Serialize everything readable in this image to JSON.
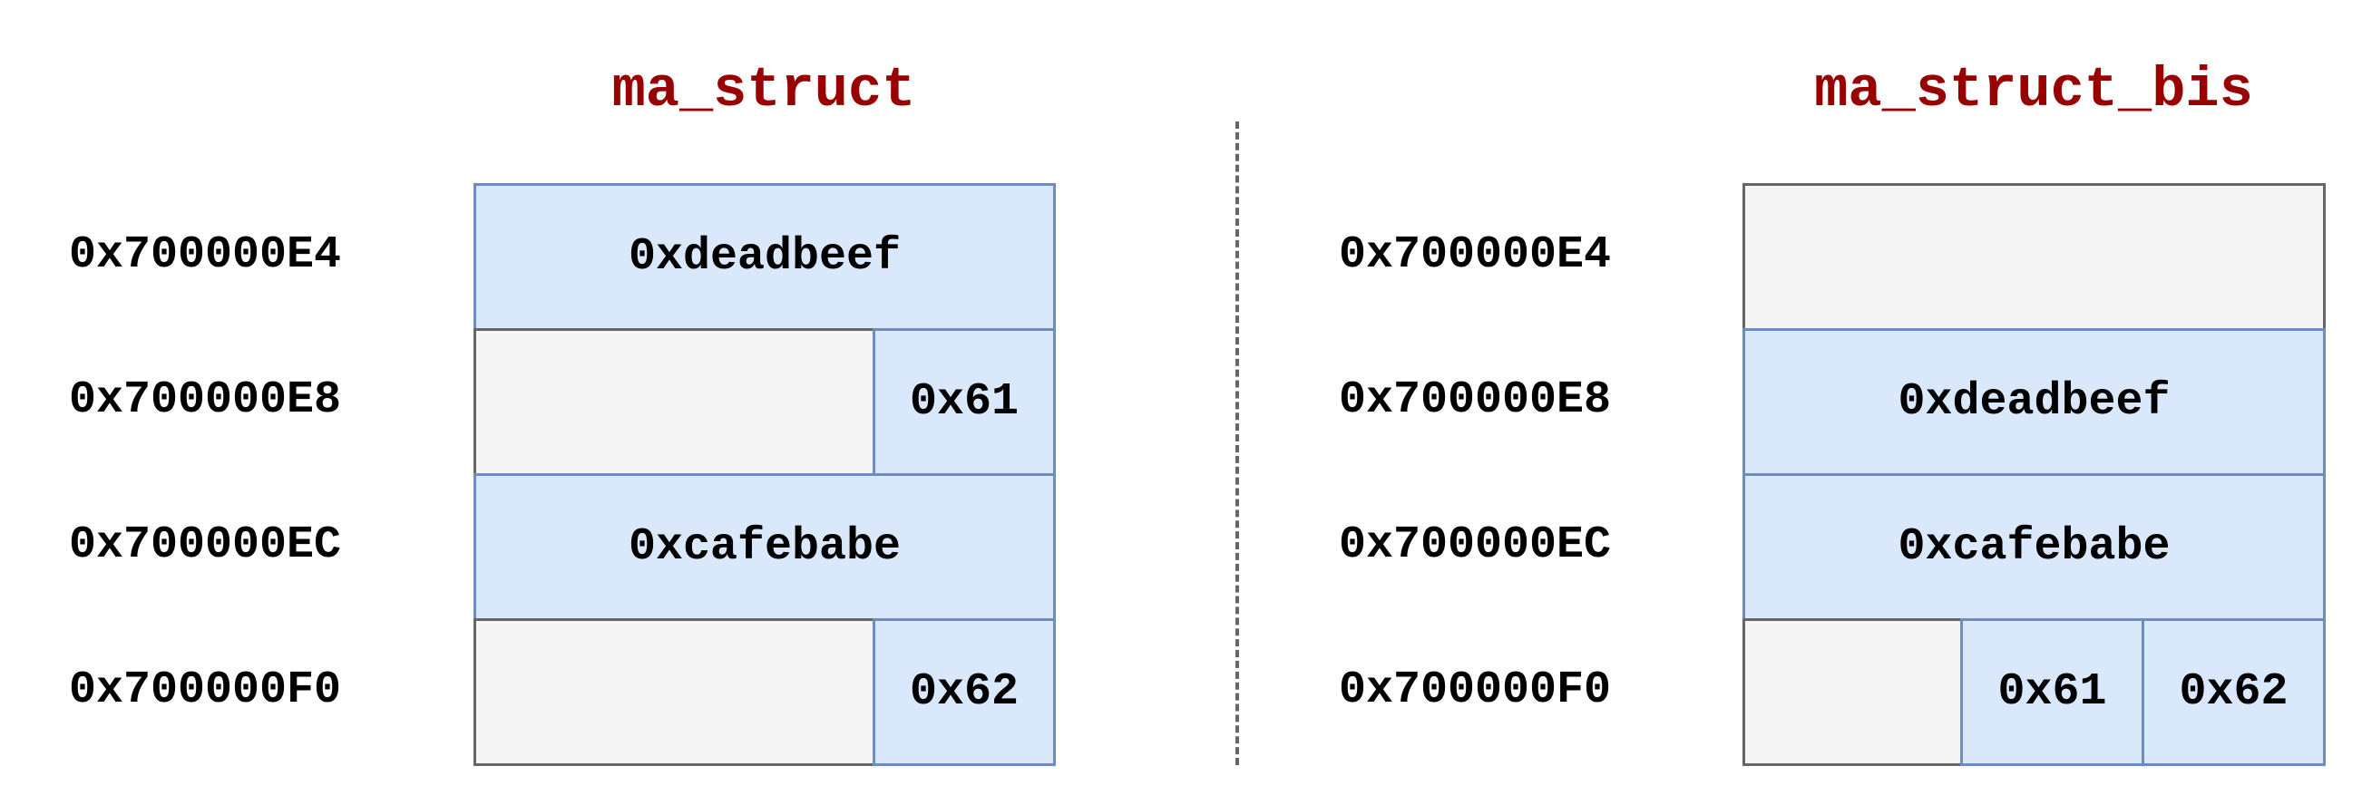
{
  "left": {
    "title": "ma_struct",
    "addresses": [
      "0x700000E4",
      "0x700000E8",
      "0x700000EC",
      "0x700000F0"
    ],
    "cells": {
      "r0_value": "0xdeadbeef",
      "r1_value": "0x61",
      "r2_value": "0xcafebabe",
      "r3_value": "0x62"
    }
  },
  "right": {
    "title": "ma_struct_bis",
    "addresses": [
      "0x700000E4",
      "0x700000E8",
      "0x700000EC",
      "0x700000F0"
    ],
    "cells": {
      "r1_value": "0xdeadbeef",
      "r2_value": "0xcafebabe",
      "r3_value_a": "0x61",
      "r3_value_b": "0x62"
    }
  },
  "colors": {
    "title": "#990000",
    "value_fill": "#dae8fc",
    "value_border": "#6c8ebf",
    "padding_fill": "#f5f5f5",
    "padding_border": "#666666",
    "divider": "#666666"
  }
}
